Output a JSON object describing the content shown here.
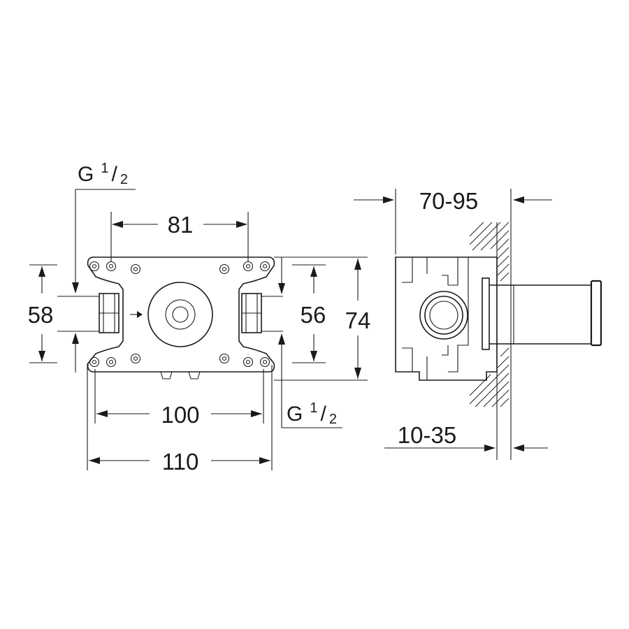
{
  "dimensions": {
    "d81": "81",
    "d58": "58",
    "d56": "56",
    "d74": "74",
    "d100": "100",
    "d110": "110",
    "d70_95": "70-95",
    "d10_35": "10-35"
  },
  "threads": {
    "top": {
      "letter": "G",
      "num": "1",
      "sep": "/",
      "den": "2"
    },
    "bottom": {
      "letter": "G",
      "num": "1",
      "sep": "/",
      "den": "2"
    }
  }
}
